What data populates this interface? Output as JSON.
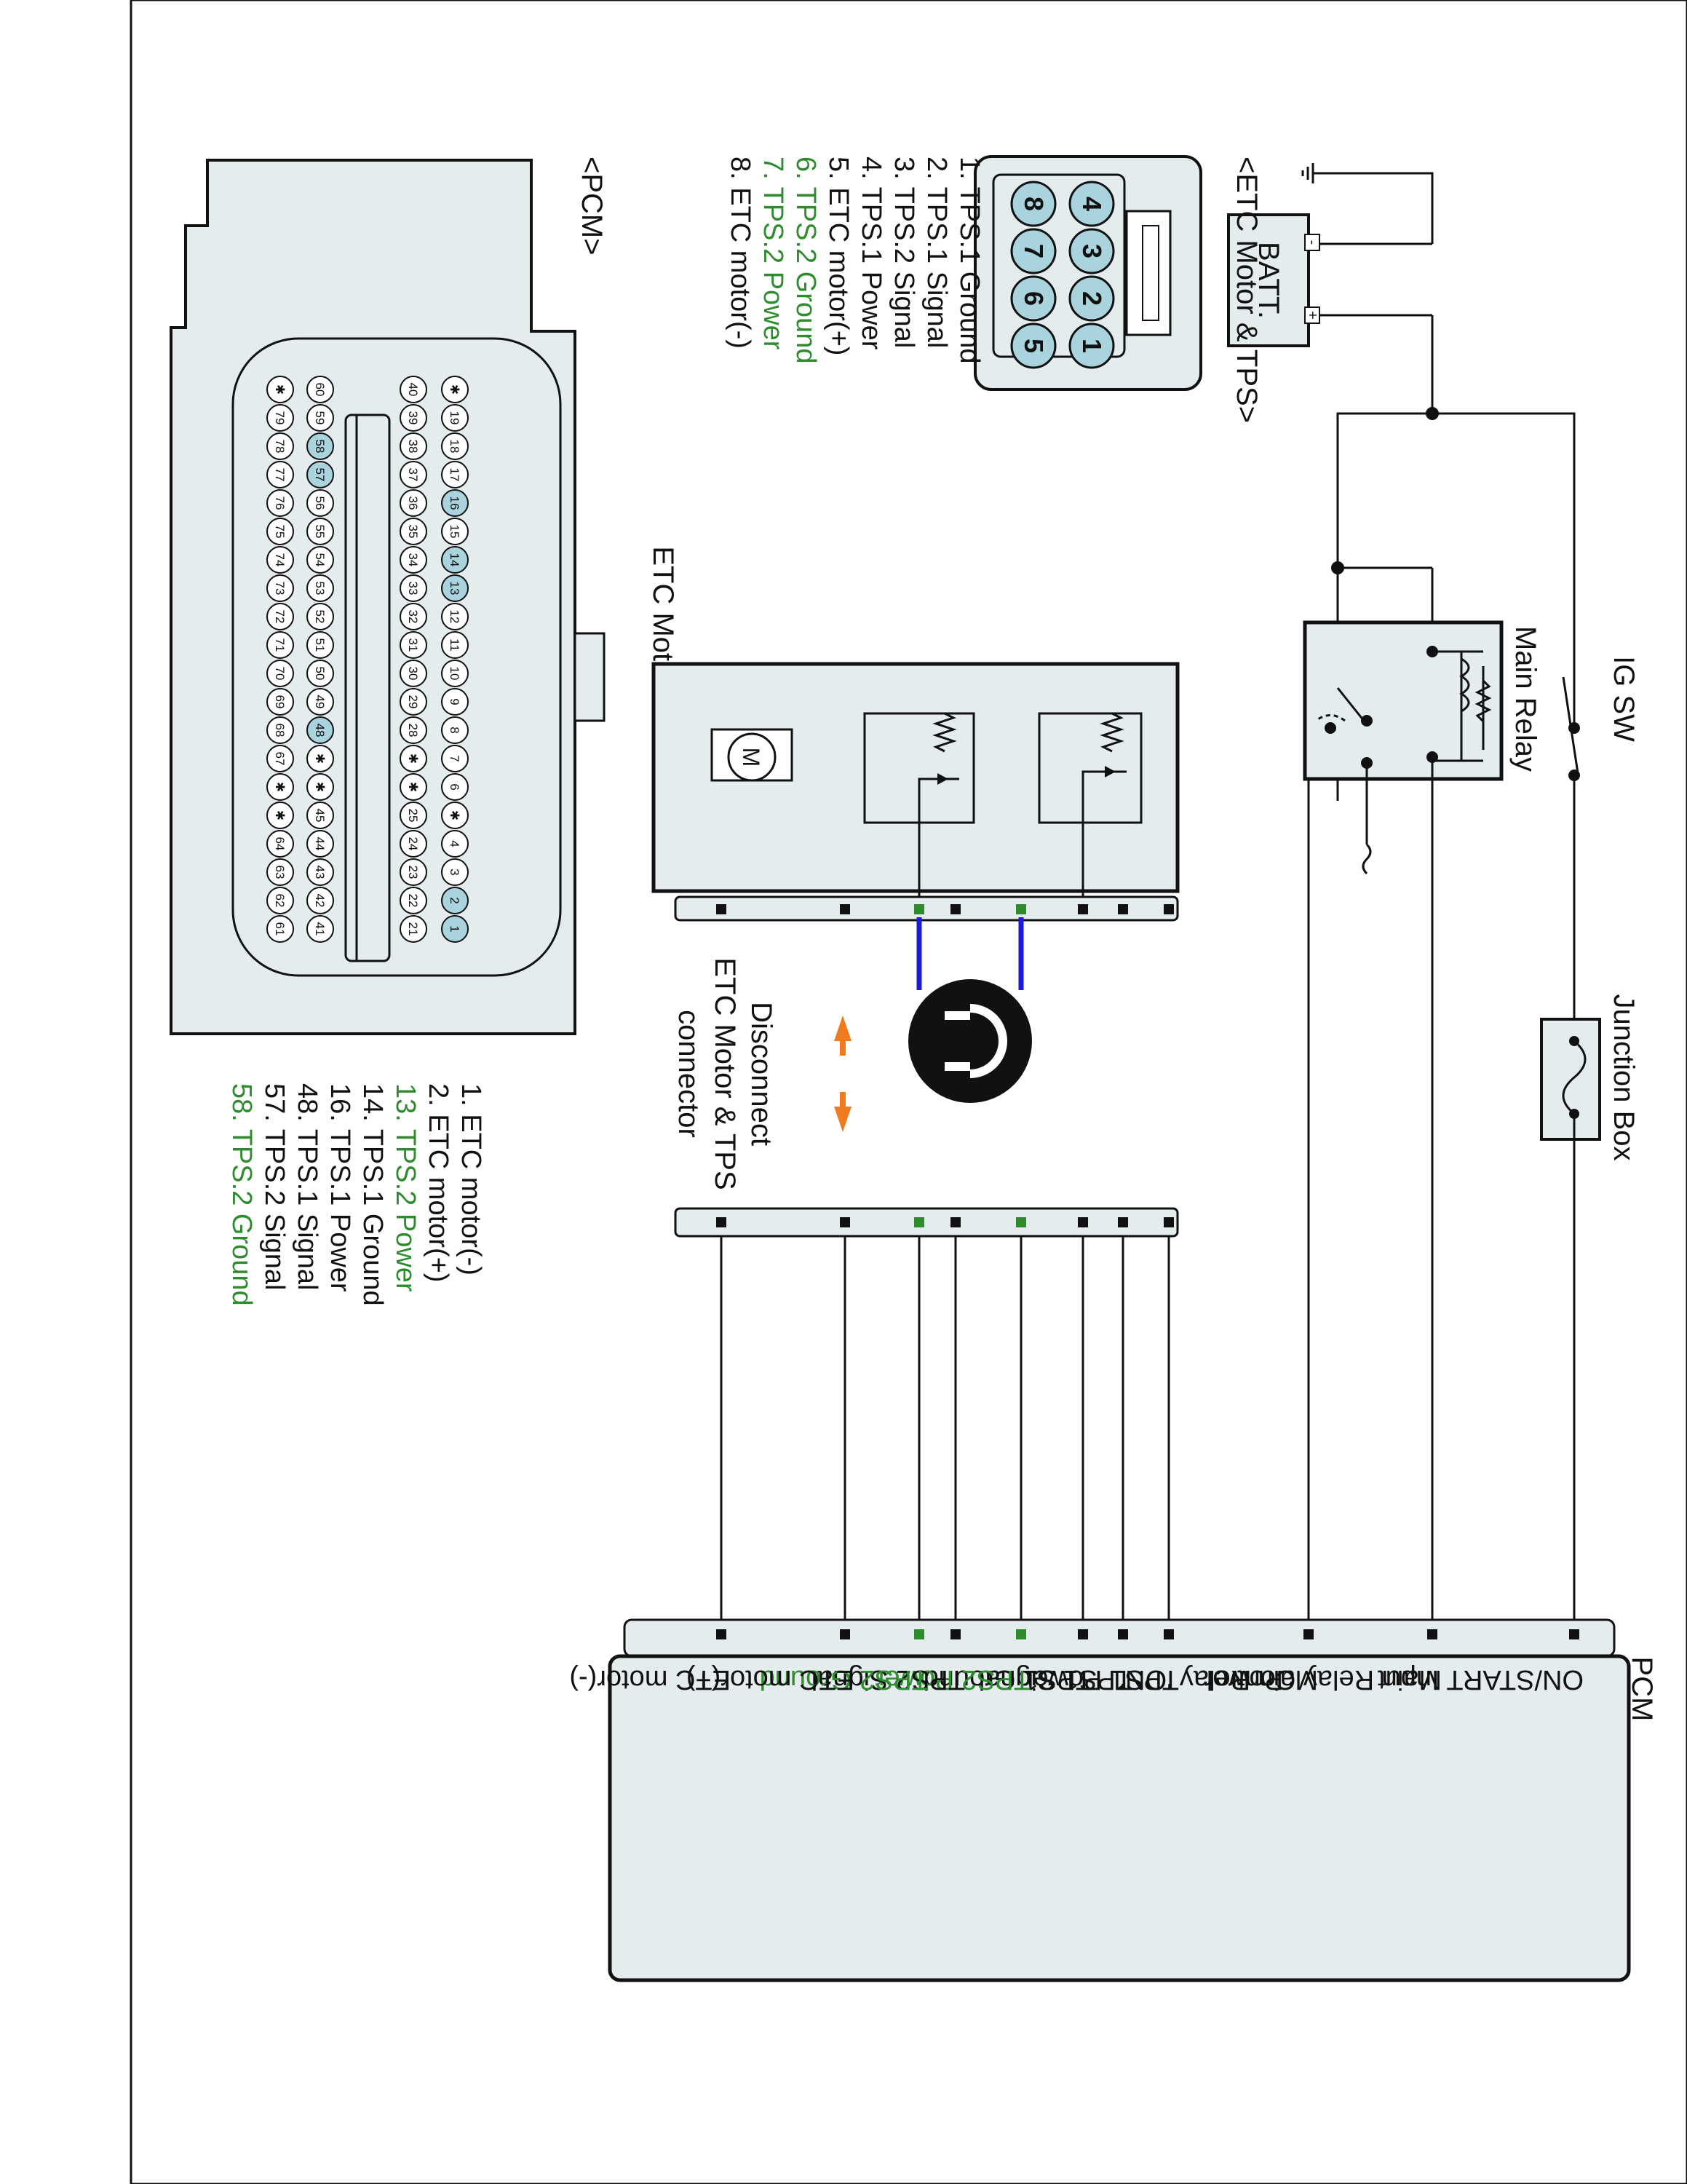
{
  "colors": {
    "green": "#2e8b2e",
    "pin_highlight": "#a9d3dd",
    "panel_fill": "#e4ecee",
    "blue_wire": "#1a1ad8",
    "arrow": "#f07a1e"
  },
  "components": {
    "battery": "BATT.",
    "battery_neg": "-",
    "battery_pos": "+",
    "ig_switch": "IG SW",
    "main_relay": "Main Relay",
    "junction_box": "Junction Box",
    "etc_motor_tps": "ETC Motor & TPS",
    "motor_symbol": "M",
    "disconnect_line1": "Disconnect",
    "disconnect_line2": "ETC Motor & TPS",
    "disconnect_line3": "connector",
    "disconnect_icon_label": "① disconnect-connector-icon"
  },
  "pcm_box": {
    "title": "PCM",
    "labels": [
      {
        "text": "ON/START Input",
        "green": false
      },
      {
        "text": "Main Relay Control",
        "green": false
      },
      {
        "text": "Main Relay 'ON'",
        "green": false
      },
      {
        "text": "TPS1 Power",
        "green": false
      },
      {
        "text": "TPS1 Signal",
        "green": false
      },
      {
        "text": "TPS1 Ground",
        "green": false
      },
      {
        "text": "TPS2 Power",
        "green": true
      },
      {
        "text": "TPS2 Signal",
        "green": false
      },
      {
        "text": "TPS2 Ground",
        "green": true
      },
      {
        "text": "ETC motor(+)",
        "green": false
      },
      {
        "text": "ETC motor(-)",
        "green": false
      }
    ],
    "label_cont": "Power"
  },
  "etc_connector": {
    "title": "<ETC Motor & TPS>",
    "pins_top": [
      "4",
      "3",
      "2",
      "1"
    ],
    "pins_bottom": [
      "8",
      "7",
      "6",
      "5"
    ],
    "legend": [
      {
        "text": "1. TPS.1 Ground",
        "green": false
      },
      {
        "text": "2. TPS.1 Signal",
        "green": false
      },
      {
        "text": "3. TPS.2 Signal",
        "green": false
      },
      {
        "text": "4. TPS.1 Power",
        "green": false
      },
      {
        "text": "5. ETC motor(+)",
        "green": false
      },
      {
        "text": "6. TPS.2 Ground",
        "green": true
      },
      {
        "text": "7. TPS.2 Power",
        "green": true
      },
      {
        "text": "8. ETC motor(-)",
        "green": false
      }
    ]
  },
  "pcm_connector": {
    "title": "<PCM>",
    "rows": [
      [
        "✱",
        "19",
        "18",
        "17",
        "16",
        "15",
        "14",
        "13",
        "12",
        "11",
        "10",
        "9",
        "8",
        "7",
        "6",
        "✱",
        "4",
        "3",
        "2",
        "1"
      ],
      [
        "40",
        "39",
        "38",
        "37",
        "36",
        "35",
        "34",
        "33",
        "32",
        "31",
        "30",
        "29",
        "28",
        "✱",
        "✱",
        "25",
        "24",
        "23",
        "22",
        "21"
      ],
      [
        "60",
        "59",
        "58",
        "57",
        "56",
        "55",
        "54",
        "53",
        "52",
        "51",
        "50",
        "49",
        "48",
        "✱",
        "✱",
        "45",
        "44",
        "43",
        "42",
        "41"
      ],
      [
        "✱",
        "79",
        "78",
        "77",
        "76",
        "75",
        "74",
        "73",
        "72",
        "71",
        "70",
        "69",
        "68",
        "67",
        "✱",
        "✱",
        "64",
        "63",
        "62",
        "61"
      ]
    ],
    "highlighted": [
      "16",
      "14",
      "13",
      "2",
      "1",
      "58",
      "57",
      "48"
    ],
    "legend": [
      {
        "text": "1. ETC motor(-)",
        "green": false
      },
      {
        "text": "2. ETC motor(+)",
        "green": false
      },
      {
        "text": "13. TPS.2 Power",
        "green": true
      },
      {
        "text": "14. TPS.1 Ground",
        "green": false
      },
      {
        "text": "16. TPS.1 Power",
        "green": false
      },
      {
        "text": "48. TPS.1 Signal",
        "green": false
      },
      {
        "text": "57. TPS.2 Signal",
        "green": false
      },
      {
        "text": "58. TPS.2 Ground",
        "green": true
      }
    ]
  }
}
